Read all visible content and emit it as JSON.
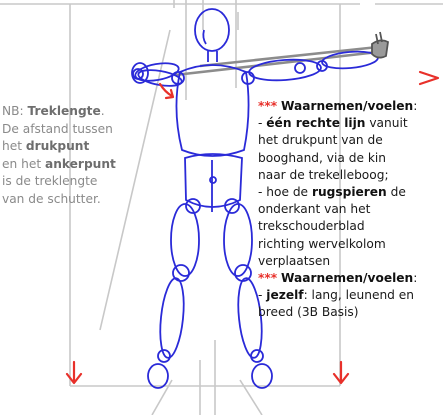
{
  "left_note": {
    "prefix": "NB: ",
    "title": "Treklengte",
    "title_suffix": ".",
    "line2": "De afstand tussen",
    "line3_pre": "het ",
    "line3_bold": "drukpunt",
    "line4_pre": "en het ",
    "line4_bold": "ankerpunt",
    "line5": "is de treklengte",
    "line6": "van de schutter."
  },
  "right_note": {
    "block1": {
      "stars": "***",
      "heading": "Waarnemen/voelen",
      "colon": ":",
      "l1_pre": "- ",
      "l1_bold": "één rechte lijn",
      "l1_post": " vanuit",
      "l2": "het drukpunt van de",
      "l3": "booghand, via de kin",
      "l4": "naar de trekelleboog;",
      "l5_pre": "- hoe de ",
      "l5_bold": "rugspieren",
      "l5_post": " de",
      "l6": "onderkant van het",
      "l7": "trekschouderblad",
      "l8": "richting wervelkolom",
      "l9": "verplaatsen"
    },
    "block2": {
      "stars": "***",
      "heading": "Waarnemen/voelen",
      "colon": ":",
      "l1_pre": "- ",
      "l1_bold": "jezelf",
      "l1_post": ": lang, leunend en",
      "l2": "breed (3B Basis)"
    }
  },
  "colors": {
    "figure_blue": "#2a2ad8",
    "arrow_red": "#e8302a",
    "guide_gray": "#c8c8c8",
    "bowstring_gray": "#8c8c8c"
  },
  "icons": [
    "arrow-down-icon",
    "arrow-right-icon",
    "curved-arrow-icon"
  ]
}
